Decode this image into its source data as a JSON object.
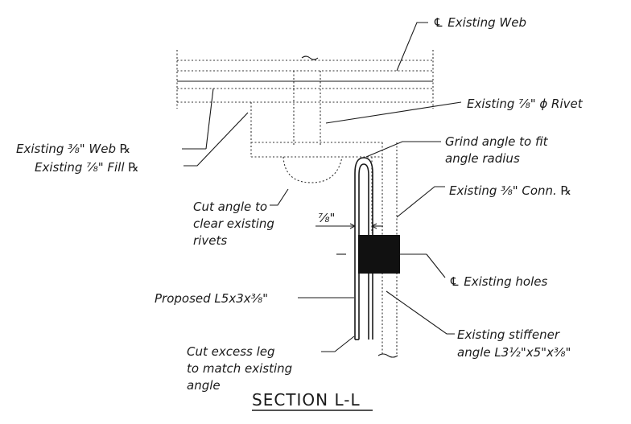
{
  "labels": {
    "cl_existing_web": "℄ Existing Web",
    "existing_rivet": "Existing ⁷⁄₈\" ϕ Rivet",
    "existing_web_plate": "Existing ³⁄₈\" Web ℞",
    "existing_fill_plate": "Existing ⁷⁄₈\" Fill ℞",
    "grind_line1": "Grind angle to fit",
    "grind_line2": "angle radius",
    "conn_plate": "Existing ³⁄₈\" Conn. ℞",
    "cut_angle_line1": "Cut angle to",
    "cut_angle_line2": "clear existing",
    "cut_angle_line3": "rivets",
    "dimension_78": "⁷⁄₈\"",
    "cl_existing_holes": "℄ Existing holes",
    "proposed_angle": "Proposed L5x3x³⁄₈\"",
    "stiffener_line1": "Existing stiffener",
    "stiffener_line2": "angle L3½\"x5\"x³⁄₈\"",
    "cut_leg_line1": "Cut excess leg",
    "cut_leg_line2": "to match existing",
    "cut_leg_line3": "angle"
  },
  "title": "SECTION L-L"
}
